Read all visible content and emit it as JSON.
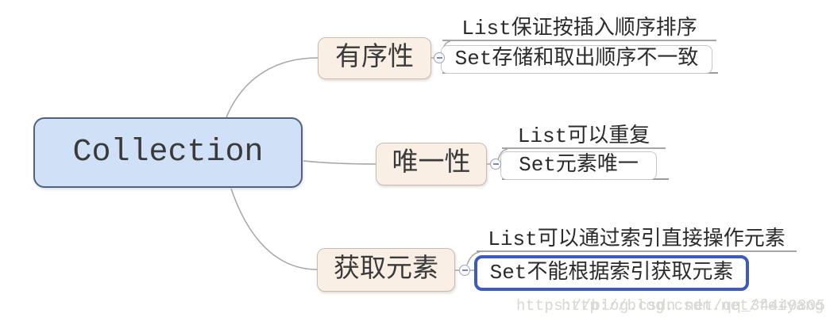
{
  "root": {
    "label": "Collection"
  },
  "branches": [
    {
      "label": "有序性",
      "children": [
        {
          "text": "List保证按插入顺序排序"
        },
        {
          "text": "Set存储和取出顺序不一致"
        }
      ]
    },
    {
      "label": "唯一性",
      "children": [
        {
          "text": "List可以重复"
        },
        {
          "text": "Set元素唯一"
        }
      ]
    },
    {
      "label": "获取元素",
      "children": [
        {
          "text": "List可以通过索引直接操作元素"
        },
        {
          "text": "Set不能根据索引获取元素",
          "selected": true
        }
      ]
    }
  ],
  "watermark": {
    "line1": "https://blog.csdn.net/qq_34449805",
    "line2": "http://blog.csdn.net/feiyang"
  },
  "colors": {
    "root-fill": "#cfe0f7",
    "root-border": "#51627e",
    "branch-fill": "#f9efe5",
    "branch-border": "#c6bcb4",
    "selection-blue": "#3b5cba",
    "line-gray": "#a6a6a6",
    "toggle-border": "#9aa2bd",
    "toggle-accent": "#7b86c8",
    "text-dark": "#3a3a3a",
    "watermark-gray": "#d8d8d0"
  }
}
